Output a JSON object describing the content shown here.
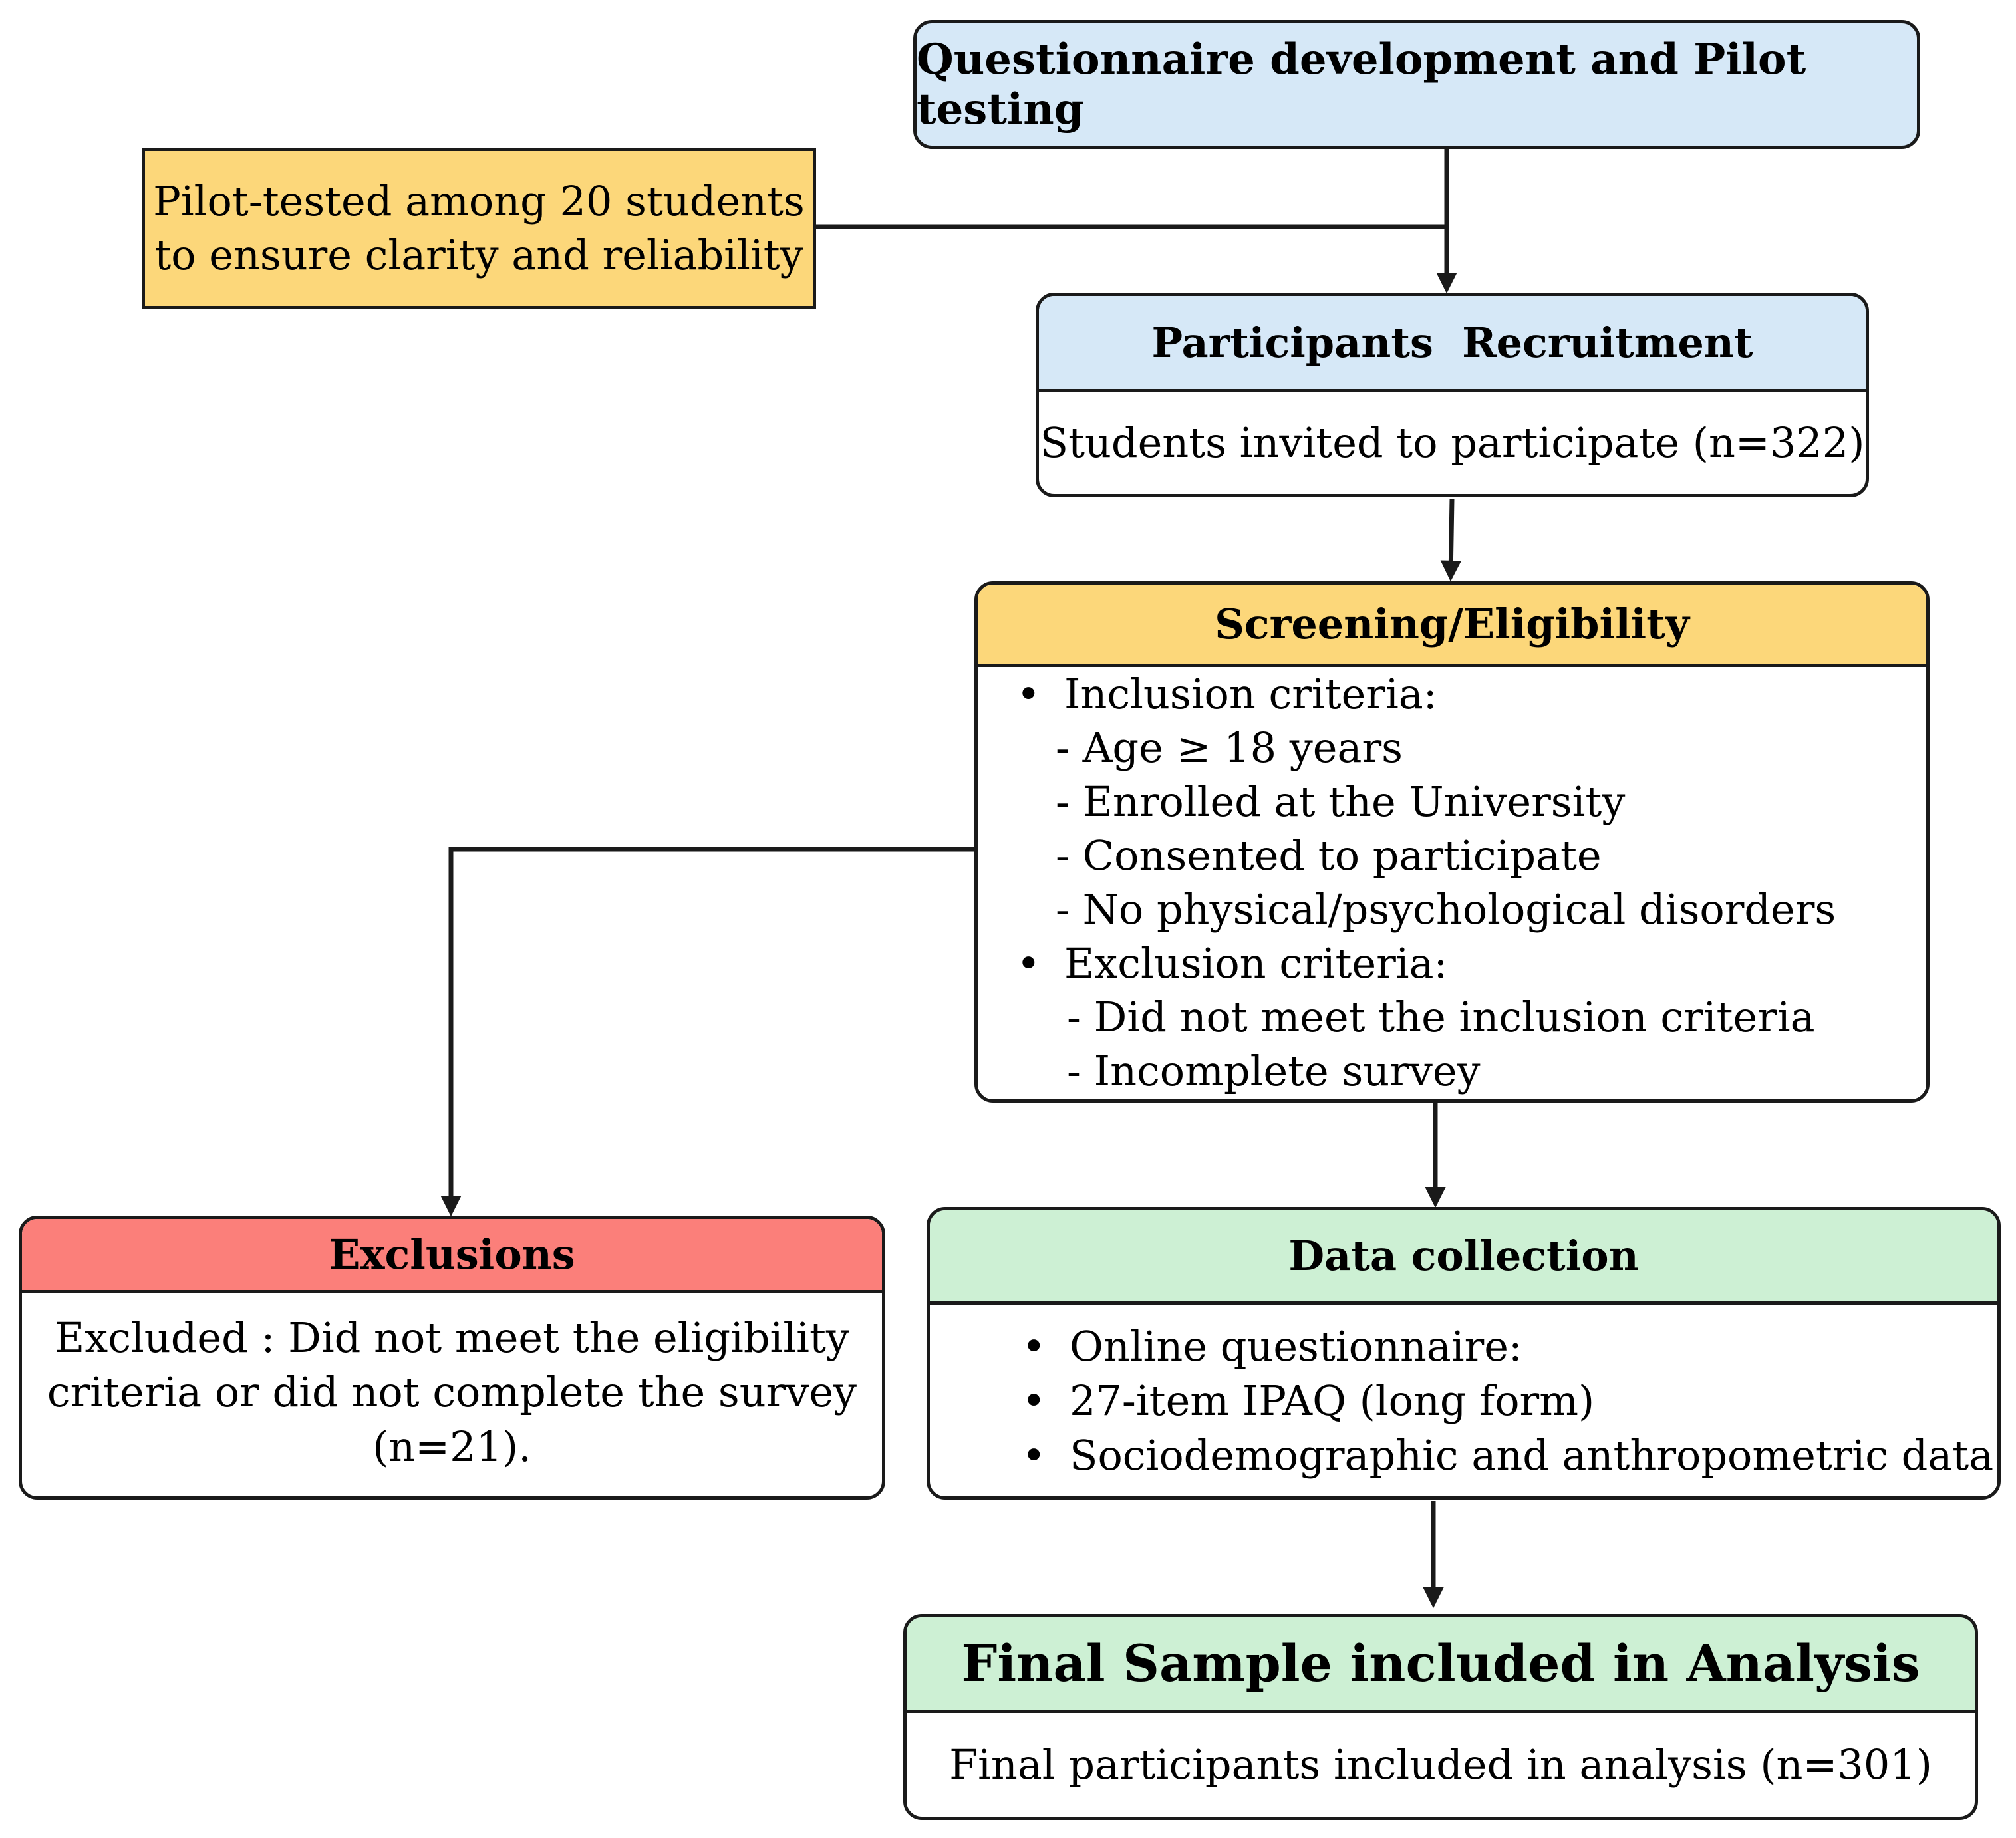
{
  "questionnaire": {
    "title": "Questionnaire development and Pilot testing"
  },
  "pilot": {
    "line1": "Pilot-tested among 20 students",
    "line2": "to ensure clarity and reliability"
  },
  "recruitment": {
    "title": "Participants  Recruitment",
    "text": "Students invited to participate (n=322)"
  },
  "screening": {
    "title": "Screening/Eligibility",
    "inclusion_label": "Inclusion criteria:",
    "inclusion_items": [
      "- Age ≥ 18  years",
      "- Enrolled at the University",
      "- Consented to participate",
      "- No physical/psychological disorders"
    ],
    "exclusion_label": "Exclusion criteria:",
    "exclusion_items": [
      "- Did not meet the inclusion criteria",
      "- Incomplete survey"
    ]
  },
  "exclusions": {
    "title": "Exclusions",
    "line1": "Excluded : Did not meet the eligibility",
    "line2": "criteria or did not complete the survey",
    "line3": "(n=21)."
  },
  "data_collection": {
    "title": "Data collection",
    "items": [
      "Online questionnaire:",
      "27-item  IPAQ (long form)",
      "Sociodemographic and anthropometric data"
    ]
  },
  "final": {
    "title": "Final Sample included in Analysis",
    "text": "Final participants included in analysis (n=301)"
  },
  "colors": {
    "blue": "#d6e8f7",
    "yellow": "#fcd77a",
    "green": "#cdf0d4",
    "red": "#fb7f7a"
  }
}
